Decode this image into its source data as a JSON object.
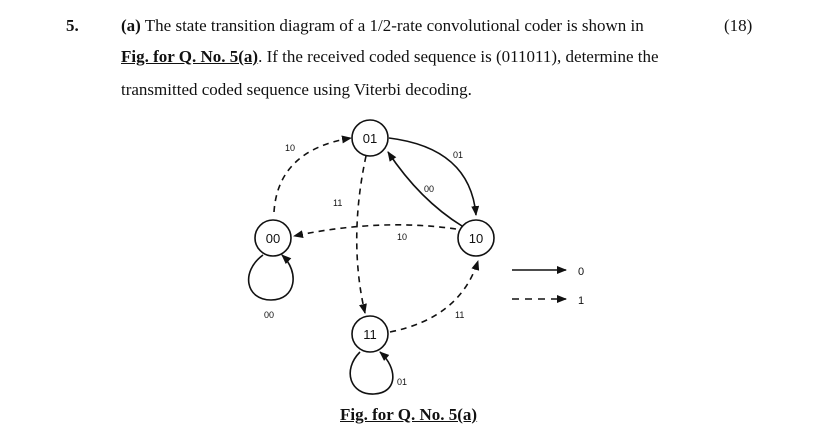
{
  "question": {
    "number": "5.",
    "part": "(a)",
    "line1_text": "The state transition diagram of a 1/2-rate convolutional coder is shown in",
    "marks": "(18)",
    "figure_ref": "Fig. for Q. No. 5(a)",
    "line2_text": ". If the received coded sequence is (011011), determine the",
    "line3_text": "transmitted coded sequence using Viterbi decoding."
  },
  "diagram": {
    "states": [
      "00",
      "01",
      "10",
      "11"
    ],
    "edge_labels": {
      "s00_to_01": "10",
      "s01_to_10": "01",
      "s10_to_01": "00",
      "s01_to_11": "11",
      "s10_to_00": "10",
      "s11_to_10": "11",
      "s00_self": "00",
      "s11_self": "01"
    },
    "legend": {
      "solid": "0",
      "dashed": "1"
    }
  },
  "caption": "Fig. for Q. No. 5(a)"
}
